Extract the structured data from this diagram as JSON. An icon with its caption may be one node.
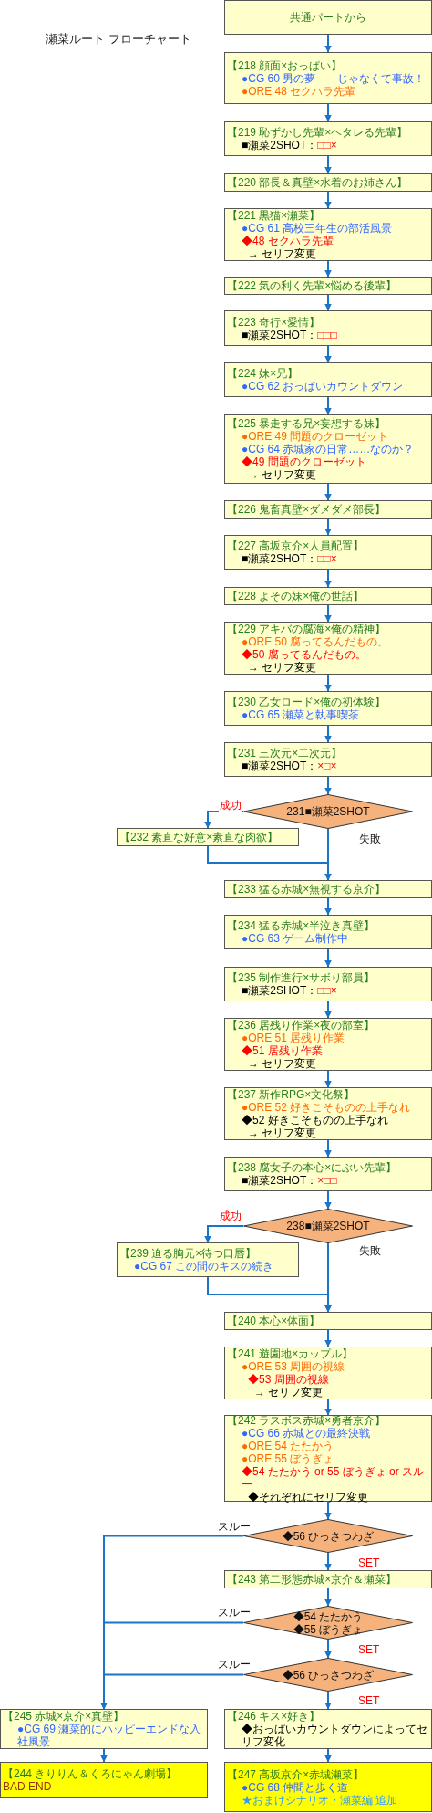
{
  "diagram": {
    "title": "瀬菜ルート フローチャート",
    "nodes": [
      {
        "text": [
          "共通パートから"
        ]
      },
      {
        "text": [
          "【218 顔面×おっぱい】",
          "●CG 60 男の夢——じゃなくて事故！",
          "●ORE 48 セクハラ先輩"
        ]
      },
      {
        "text": [
          "【219 恥ずかし先輩×ヘタレる先輩】",
          "■瀬菜2SHOT：",
          "□□×"
        ]
      },
      {
        "text": [
          "【220 部長＆真壁×水着のお姉さん】"
        ]
      },
      {
        "text": [
          "【221 黒猫×瀬菜】",
          "●CG 61 高校三年生の部活風景",
          "◆48 セクハラ先輩",
          "→ セリフ変更"
        ]
      },
      {
        "text": [
          "【222 気の利く先輩×悩める後輩】"
        ]
      },
      {
        "text": [
          "【223 奇行×愛情】",
          "■瀬菜2SHOT：",
          "□□□"
        ]
      },
      {
        "text": [
          "【224 妹×兄】",
          "●CG 62 おっぱいカウントダウン"
        ]
      },
      {
        "text": [
          "【225 暴走する兄×妄想する妹】",
          "●ORE 49 問題のクローゼット",
          "●CG 64 赤城家の日常……なのか？",
          "◆49 問題のクローゼット",
          "→ セリフ変更"
        ]
      },
      {
        "text": [
          "【226 鬼畜真壁×ダメダメ部長】"
        ]
      },
      {
        "text": [
          "【227 高坂京介×人員配置】",
          "■瀬菜2SHOT：",
          "□□×"
        ]
      },
      {
        "text": [
          "【228 よその妹×俺の世話】"
        ]
      },
      {
        "text": [
          "【229 アキバの腐海×俺の精神】",
          "●ORE 50 腐ってるんだもの。",
          "◆50 腐ってるんだもの。",
          "→ セリフ変更"
        ]
      },
      {
        "text": [
          "【230 乙女ロード×俺の初体験】",
          "●CG 65 瀬菜と執事喫茶"
        ]
      },
      {
        "text": [
          "【231 三次元×二次元】",
          "■瀬菜2SHOT：",
          "×□×"
        ]
      },
      {
        "text": [
          "231■瀬菜2SHOT"
        ]
      },
      {
        "text": [
          "【232 素直な好意×素直な肉欲】"
        ]
      },
      {
        "text": [
          "【233 猛る赤城×無視する京介】"
        ]
      },
      {
        "text": [
          "【234 猛る赤城×半泣き真壁】",
          "●CG 63 ゲーム制作中"
        ]
      },
      {
        "text": [
          "【235 制作進行×サボり部員】",
          "■瀬菜2SHOT：",
          "□□×"
        ]
      },
      {
        "text": [
          "【236 居残り作業×夜の部室】",
          "●ORE 51 居残り作業",
          "◆51 居残り作業",
          "→ セリフ変更"
        ]
      },
      {
        "text": [
          "【237 新作RPG×文化祭】",
          "●ORE 52 好きこそものの上手なれ",
          "◆52 好きこそものの上手なれ",
          "→ セリフ変更"
        ]
      },
      {
        "text": [
          "【238 腐女子の本心×にぶい先輩】",
          "■瀬菜2SHOT：",
          "×□□"
        ]
      },
      {
        "text": [
          "238■瀬菜2SHOT"
        ]
      },
      {
        "text": [
          "【239 迫る胸元×待つ口唇】",
          "●CG 67 この間のキスの続き"
        ]
      },
      {
        "text": [
          "【240 本心×体面】"
        ]
      },
      {
        "text": [
          "【241 遊園地×カップル】",
          "●ORE 53 周囲の視線",
          "◆53 周囲の視線",
          "→ セリフ変更"
        ]
      },
      {
        "text": [
          "【242 ラスボス赤城×勇者京介】",
          "●CG 66 赤城との最終決戦",
          "●ORE 54 たたかう",
          "●ORE 55 ぼうぎょ",
          "◆54 たたかう or 55 ぼうぎょ or スルー",
          "◆それぞれにセリフ変更"
        ]
      },
      {
        "text": [
          "◆56 ひっさつわざ"
        ]
      },
      {
        "text": [
          "【243 第二形態赤城×京介＆瀬菜】"
        ]
      },
      {
        "text": [
          "◆54 たたかう",
          "◆55 ぼうぎょ"
        ]
      },
      {
        "text": [
          "◆56 ひっさつわざ"
        ]
      },
      {
        "text": [
          "【245 赤城×京介×真壁】",
          "●CG 69 瀬菜的にハッピーエンドな入社風景"
        ]
      },
      {
        "text": [
          "【246 キス×好き】",
          "◆おっぱいカウントダウンによってセリフ変化"
        ]
      },
      {
        "text": [
          "【244 きりりん＆くろにゃん劇場】",
          "BAD END"
        ]
      },
      {
        "text": [
          "【247 高坂京介×赤城瀬菜】",
          "●CG 68 仲間と歩く道",
          "★おまけシナリオ・瀬菜編 追加"
        ]
      }
    ],
    "edges": [
      {
        "from": 0,
        "to": 1,
        "arrow": "to"
      },
      {
        "from": 1,
        "to": 2,
        "arrow": "to"
      },
      {
        "from": 2,
        "to": 3,
        "arrow": "to"
      },
      {
        "from": 3,
        "to": 4,
        "arrow": "to"
      },
      {
        "from": 4,
        "to": 5,
        "arrow": "to"
      },
      {
        "from": 5,
        "to": 6,
        "arrow": "to"
      },
      {
        "from": 6,
        "to": 7,
        "arrow": "to"
      },
      {
        "from": 7,
        "to": 8,
        "arrow": "to"
      },
      {
        "from": 8,
        "to": 9,
        "arrow": "to"
      },
      {
        "from": 9,
        "to": 10,
        "arrow": "to"
      },
      {
        "from": 10,
        "to": 11,
        "arrow": "to"
      },
      {
        "from": 11,
        "to": 12,
        "arrow": "to"
      },
      {
        "from": 12,
        "to": 13,
        "arrow": "to"
      },
      {
        "from": 13,
        "to": 14,
        "arrow": "to"
      },
      {
        "from": 14,
        "to": 15,
        "arrow": "to"
      },
      {
        "from": 15,
        "to": 16,
        "arrow": "to",
        "label": "成功"
      },
      {
        "from": 15,
        "to": 17,
        "arrow": "to",
        "label": "失敗"
      },
      {
        "from": 16,
        "to": 17,
        "arrow": "to"
      },
      {
        "from": 17,
        "to": 18,
        "arrow": "to"
      },
      {
        "from": 18,
        "to": 19,
        "arrow": "to"
      },
      {
        "from": 19,
        "to": 20,
        "arrow": "to"
      },
      {
        "from": 20,
        "to": 21,
        "arrow": "to"
      },
      {
        "from": 21,
        "to": 22,
        "arrow": "to"
      },
      {
        "from": 22,
        "to": 23,
        "arrow": "to"
      },
      {
        "from": 23,
        "to": 24,
        "arrow": "to",
        "label": "成功"
      },
      {
        "from": 23,
        "to": 25,
        "arrow": "to",
        "label": "失敗"
      },
      {
        "from": 24,
        "to": 25,
        "arrow": "to"
      },
      {
        "from": 25,
        "to": 26,
        "arrow": "to"
      },
      {
        "from": 26,
        "to": 27,
        "arrow": "to"
      },
      {
        "from": 27,
        "to": 28,
        "arrow": "to"
      },
      {
        "from": 28,
        "to": 32,
        "arrow": "to",
        "label": "スルー"
      },
      {
        "from": 28,
        "to": 29,
        "arrow": "to",
        "label": "SET"
      },
      {
        "from": 29,
        "to": 30,
        "arrow": "to"
      },
      {
        "from": 30,
        "to": 32,
        "arrow": "to",
        "label": "スルー"
      },
      {
        "from": 30,
        "to": 31,
        "arrow": "to",
        "label": "SET"
      },
      {
        "from": 31,
        "to": 32,
        "arrow": "to",
        "label": "スルー"
      },
      {
        "from": 31,
        "to": 33,
        "arrow": "to",
        "label": "SET"
      },
      {
        "from": 32,
        "to": 34,
        "arrow": "to"
      },
      {
        "from": 33,
        "to": 35,
        "arrow": "to"
      }
    ]
  }
}
